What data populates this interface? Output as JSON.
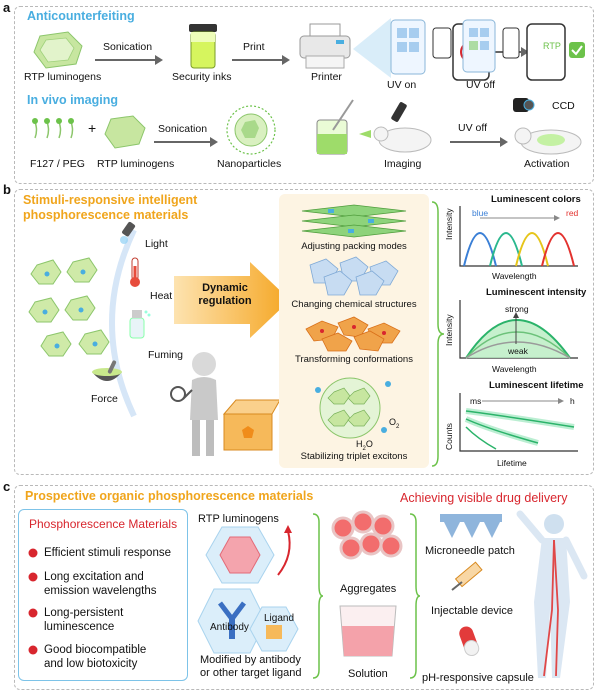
{
  "panels": {
    "a": {
      "label": "a",
      "title1": "Anticounterfeiting",
      "labels": [
        "RTP luminogens",
        "Security inks",
        "Printer",
        "UV on",
        "UV off"
      ],
      "arrows": [
        "Sonication",
        "Print"
      ],
      "phone_text": "RTP",
      "title2": "In vivo imaging",
      "labels2": [
        "F127 / PEG",
        "RTP luminogens",
        "Nanoparticles",
        "Activation",
        "Imaging",
        "CCD"
      ],
      "plus": "+",
      "arrows2": [
        "Sonication",
        "UV off"
      ]
    },
    "b": {
      "label": "b",
      "title_line1": "Stimuli-responsive intelligent",
      "title_line2": "phosphorescence materials",
      "stimuli": [
        "Light",
        "Heat",
        "Fuming",
        "Force"
      ],
      "dynamic_line1": "Dynamic",
      "dynamic_line2": "regulation",
      "strategies": [
        "Adjusting packing modes",
        "Changing chemical structures",
        "Transforming conformations",
        "Stabilizing triplet excitons"
      ],
      "o2": "O",
      "o2_sub": "2",
      "h2o_a": "H",
      "h2o_sub": "2",
      "h2o_b": "O",
      "chart1": {
        "title": "Luminescent colors",
        "ylabel": "Intensity",
        "xlabel": "Wavelength",
        "left": "blue",
        "right": "red"
      },
      "chart2": {
        "title": "Luminescent intensity",
        "ylabel": "Intensity",
        "xlabel": "Wavelength",
        "top": "strong",
        "bottom": "weak"
      },
      "chart3": {
        "title": "Luminescent lifetime",
        "ylabel": "Counts",
        "xlabel": "Lifetime",
        "left": "ms",
        "right": "h"
      }
    },
    "c": {
      "label": "c",
      "title": "Prospective organic phosphorescence materials",
      "right_title": "Achieving visible drug delivery",
      "box_title": "Phosphorescence Materials",
      "bullets": [
        "Efficient stimuli response",
        "Long excitation and",
        "emission wavelengths",
        "Long-persistent",
        "luminescence",
        "Good biocompatible",
        "and low biotoxicity"
      ],
      "rtp": "RTP luminogens",
      "antibody": "Antibody",
      "ligand": "Ligand",
      "modified1": "Modified by antibody",
      "modified2": "or other target ligand",
      "aggregates": "Aggregates",
      "solution": "Solution",
      "devices": [
        "Microneedle patch",
        "Injectable device",
        "pH-responsive capsule"
      ]
    }
  },
  "colors": {
    "blue_title": "#49aee0",
    "orange_title": "#f0a51c",
    "red_title": "#d8262e",
    "green": "#6cc24a",
    "panel_border": "#b9b9b9"
  }
}
